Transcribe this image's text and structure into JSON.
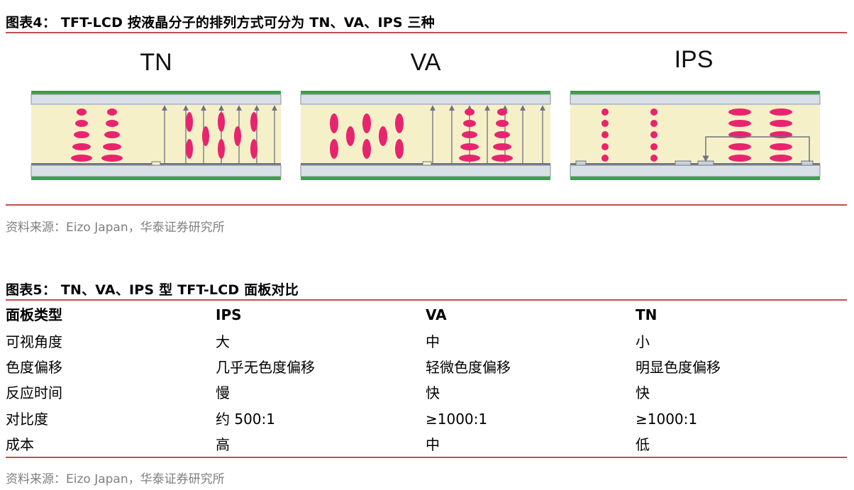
{
  "figure4": {
    "caption": "图表4：   TFT-LCD 按液晶分子的排列方式可分为 TN、VA、IPS 三种",
    "panels": [
      {
        "label": "TN"
      },
      {
        "label": "VA"
      },
      {
        "label": "IPS"
      }
    ],
    "source": "资料来源：Eizo Japan，华泰证券研究所"
  },
  "figure5": {
    "caption": "图表5：   TN、VA、IPS 型 TFT-LCD 面板对比",
    "columns": [
      "面板类型",
      "IPS",
      "VA",
      "TN"
    ],
    "rows": [
      [
        "可视角度",
        "大",
        "中",
        "小"
      ],
      [
        "色度偏移",
        "几乎无色度偏移",
        "轻微色度偏移",
        "明显色度偏移"
      ],
      [
        "反应时间",
        "慢",
        "快",
        "快"
      ],
      [
        "对比度",
        "约 500:1",
        "≥1000:1",
        "≥1000:1"
      ],
      [
        "成本",
        "高",
        "中",
        "低"
      ]
    ],
    "source": "资料来源：Eizo Japan，华泰证券研究所"
  },
  "colors": {
    "accent_red": "#c0504d",
    "lc_fill": "#f5f0c8",
    "glass_green": "#3aa04a",
    "molecule": "#e8246e",
    "electrode": "#8a8f99"
  }
}
